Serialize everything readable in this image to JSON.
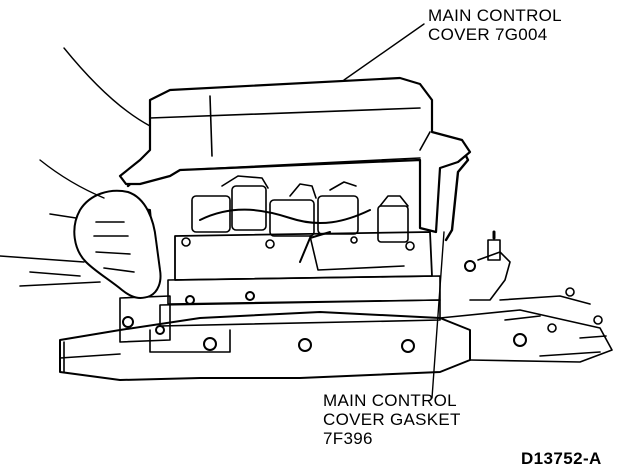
{
  "figure": {
    "id": "D13752-A"
  },
  "callouts": [
    {
      "part": "cover",
      "lines": [
        "MAIN CONTROL",
        "COVER 7G004"
      ]
    },
    {
      "part": "gasket",
      "lines": [
        "MAIN CONTROL",
        "COVER GASKET",
        "7F396"
      ]
    }
  ],
  "colors": {
    "ink": "#000000",
    "paper": "#ffffff"
  }
}
